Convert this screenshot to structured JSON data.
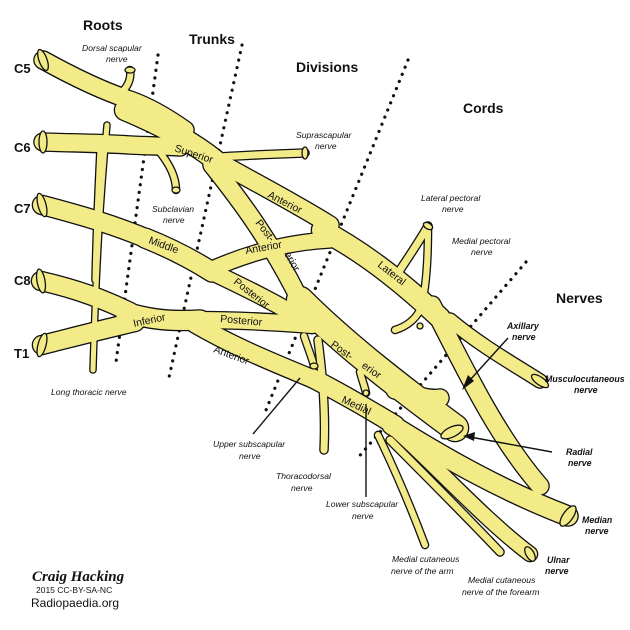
{
  "headers": {
    "roots": "Roots",
    "trunks": "Trunks",
    "divisions": "Divisions",
    "cords": "Cords",
    "nerves": "Nerves"
  },
  "roots": [
    "C5",
    "C6",
    "C7",
    "C8",
    "T1"
  ],
  "inline_labels": {
    "superior": "Superior",
    "middle": "Middle",
    "inferior": "Inferior",
    "anterior_upper": "Anterior",
    "anterior_middle": "Anterior",
    "anterior_lower": "Anterior",
    "posterior_middle": "Posterior",
    "posterior_lower": "Posterior",
    "post_upper_a": "Post-",
    "post_upper_b": "erior",
    "post_cord_a": "Post-",
    "post_cord_b": "erior",
    "lateral": "Lateral",
    "medial": "Medial"
  },
  "branch_labels": {
    "dorsal_scapular": [
      "Dorsal scapular",
      "nerve"
    ],
    "suprascapular": [
      "Suprascapular",
      "nerve"
    ],
    "subclavian": [
      "Subclavian",
      "nerve"
    ],
    "lateral_pectoral": [
      "Lateral pectoral",
      "nerve"
    ],
    "medial_pectoral": [
      "Medial pectoral",
      "nerve"
    ],
    "long_thoracic": "Long thoracic nerve",
    "upper_subscapular": [
      "Upper subscapular",
      "nerve"
    ],
    "thoracodorsal": [
      "Thoracodorsal",
      "nerve"
    ],
    "lower_subscapular": [
      "Lower subscapular",
      "nerve"
    ],
    "medial_cut_arm": [
      "Medial cutaneous",
      "nerve of the arm"
    ],
    "medial_cut_forearm": [
      "Medial cutaneous",
      "nerve of the forearm"
    ]
  },
  "terminal_labels": {
    "axillary": [
      "Axillary",
      "nerve"
    ],
    "musculocutaneous": [
      "Musculocutaneous",
      "nerve"
    ],
    "radial": [
      "Radial",
      "nerve"
    ],
    "median": [
      "Median",
      "nerve"
    ],
    "ulnar": [
      "Ulnar",
      "nerve"
    ]
  },
  "credits": {
    "author": "Craig Hacking",
    "license": "2015 CC-BY-SA-NC",
    "site": "Radiopaedia.org"
  },
  "colors": {
    "nerve_fill": "#f3ea88",
    "nerve_outline": "#111111",
    "background": "#ffffff"
  }
}
